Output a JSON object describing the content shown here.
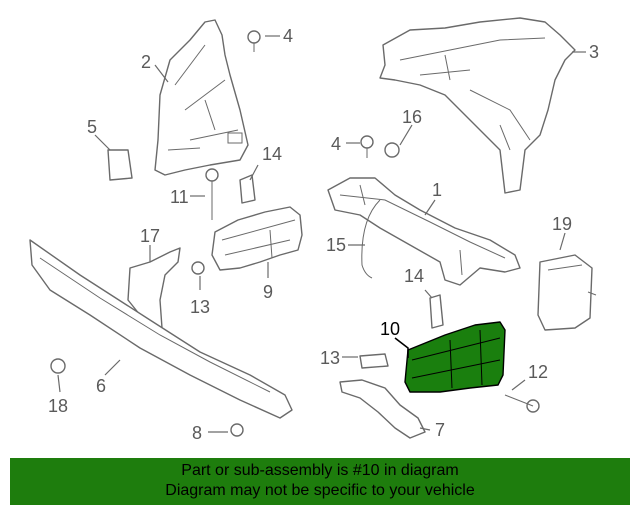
{
  "callouts": [
    "1",
    "2",
    "3",
    "4",
    "4",
    "5",
    "6",
    "7",
    "8",
    "9",
    "10",
    "11",
    "12",
    "13",
    "13",
    "14",
    "14",
    "15",
    "16",
    "17",
    "18",
    "19"
  ],
  "highlight": {
    "part_number": "10",
    "color": "#1e7d0d"
  },
  "banner": {
    "line1": "Part or sub-assembly is #10 in diagram",
    "line2": "Diagram may not be specific to your vehicle"
  }
}
